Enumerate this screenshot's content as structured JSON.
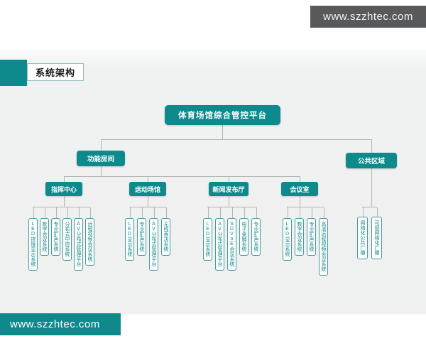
{
  "banner_top": {
    "site_url": "www.szzhtec.com"
  },
  "banner_bottom": {
    "site_url": "www.szzhtec.com"
  },
  "slide_title": "系统架构",
  "tree": {
    "root": "体育场馆综合管控平台",
    "branches": [
      {
        "label": "功能房间",
        "children": [
          {
            "label": "指挥中心",
            "leaves": [
              "LED拼接显示系统",
              "数字会议系统",
              "专业扩声系统",
              "分布式中控系统",
              "AV分布式管理平台",
              "远程视频会议系统"
            ]
          },
          {
            "label": "运动场馆",
            "leaves": [
              "LED显示系统",
              "专业扩声系统",
              "AV分布式管理平台",
              "无线表决系统"
            ]
          },
          {
            "label": "新闻发布厅",
            "leaves": [
              "LED显示系统",
              "AV分布式管理平台",
              "SDVoE会议系统",
              "电子桌牌系统",
              "专业扩声系统"
            ]
          },
          {
            "label": "会议室",
            "leaves": [
              "LED显示系统",
              "数字会议系统",
              "专业扩声系统",
              "高清远程视频会议系统"
            ]
          }
        ]
      },
      {
        "label": "公共区域",
        "leaves": [
          "网络化公共广播",
          "可视网络化广播"
        ]
      }
    ]
  },
  "colors": {
    "teal": "#0e8a8d",
    "banner_gray": "#58595b",
    "connector_gray": "#b3b5b5",
    "leaf_text_teal": "#17898c",
    "slide_bg": "#f0f1f1"
  }
}
